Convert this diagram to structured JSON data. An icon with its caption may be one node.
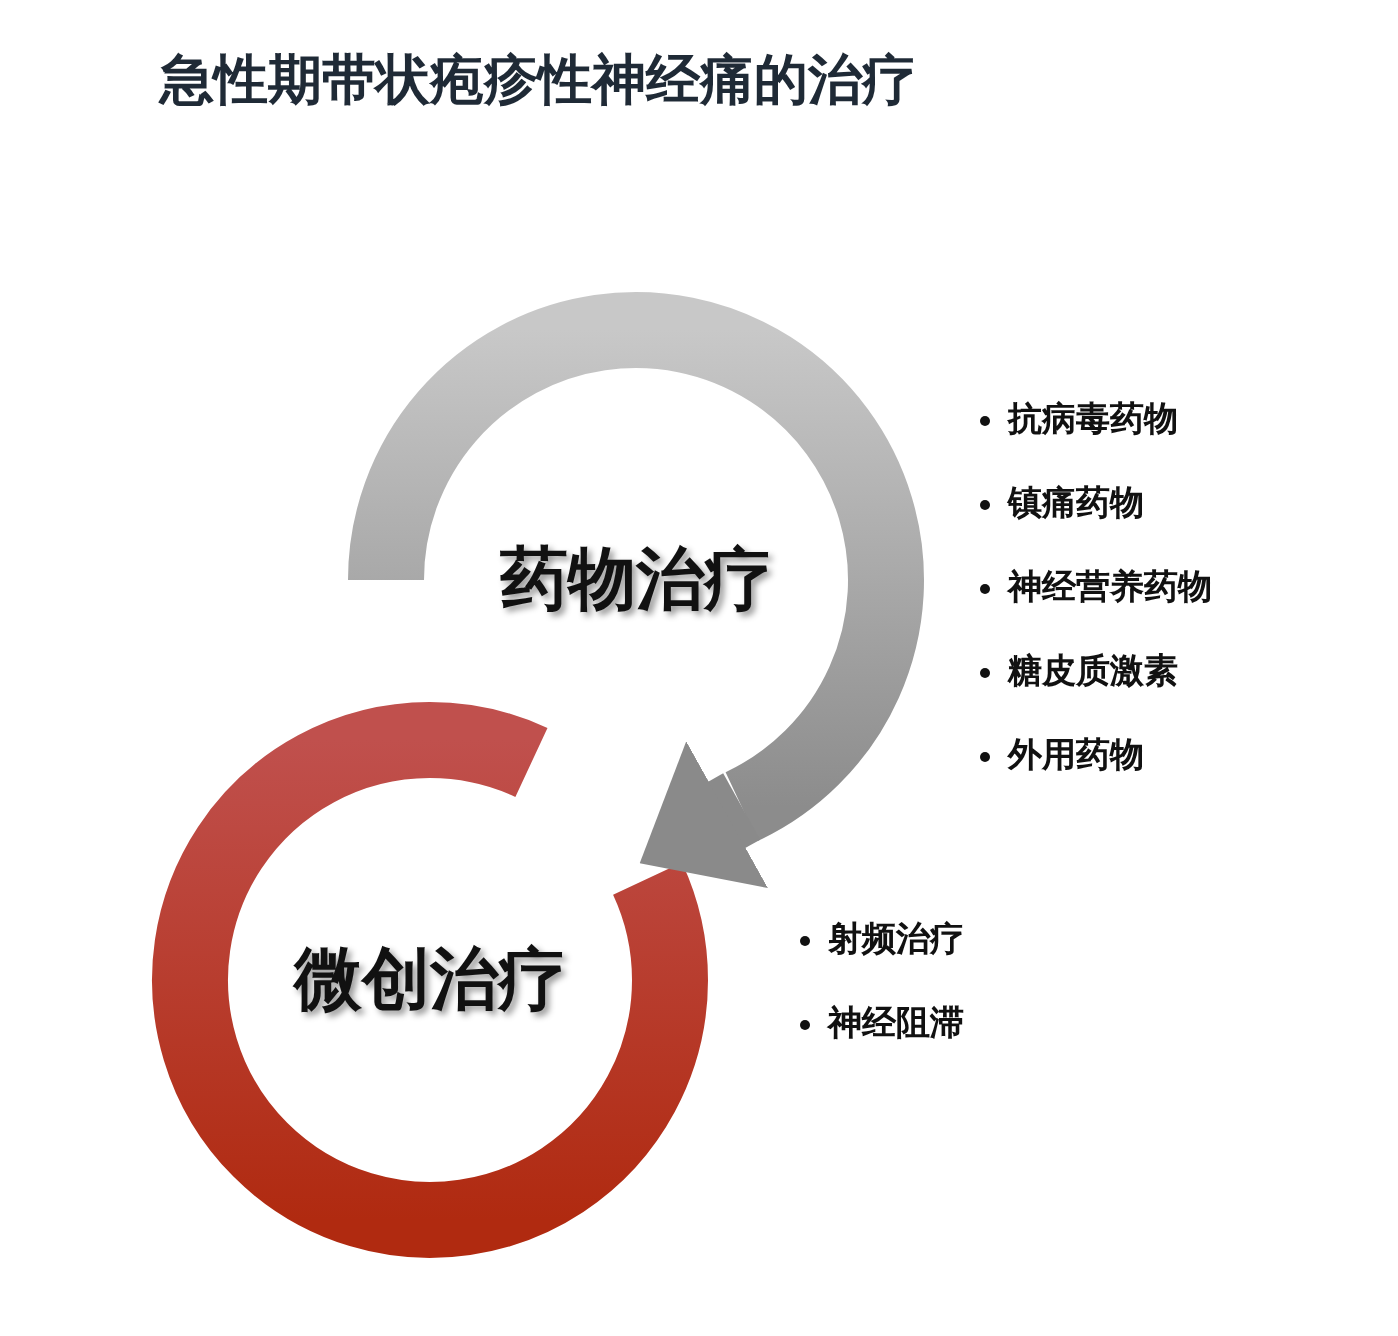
{
  "diagram": {
    "title": "急性期带状疱疹性神经痛的治疗",
    "nodes": [
      {
        "text": [
          "药物治疗"
        ],
        "beside": [
          "抗病毒药物",
          "镇痛药物",
          "神经营养药物",
          "糖皮质激素",
          "外用药物"
        ]
      },
      {
        "text": [
          "微创治疗"
        ],
        "beside": [
          "射频治疗",
          "神经阻滞"
        ]
      }
    ],
    "edges": [
      {
        "from": 0,
        "to": 1,
        "arrow": "to"
      }
    ]
  }
}
